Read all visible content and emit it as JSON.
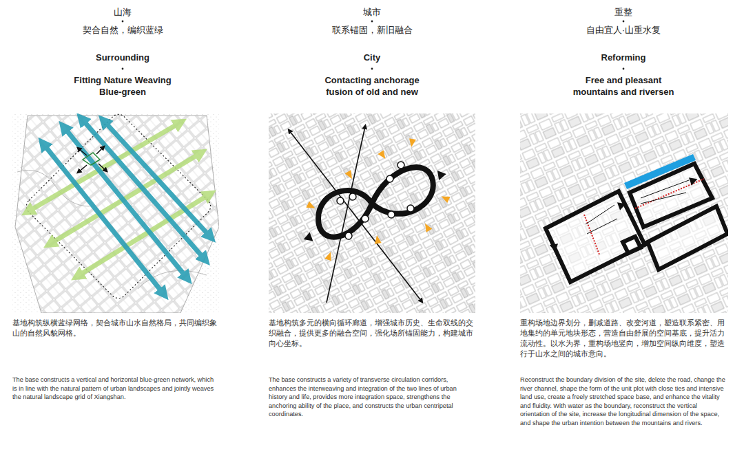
{
  "diagram": {
    "labels": [
      "山海",
      "契合自然，编织蓝绿",
      "Surrounding",
      "Fitting Nature Weaving Blue-green",
      "基地构筑纵横蓝绿网络，契合城市山水自然格局，共同编织象山的自然风貌网格。",
      "The base constructs a vertical and horizontal blue-green network, which is in line with the natural pattern of urban landscapes and jointly weaves the natural landscape grid of Xiangshan.",
      "城市",
      "联系锚固，新旧融合",
      "City",
      "Contacting anchorage fusion of old and new",
      "基地构筑多元的横向循环廊道，增强城市历史、生命双线的交织融合，提供更多的融合空间，强化场所锚固能力，构建城市向心坐标。",
      "The base constructs a variety of transverse circulation corridors, enhances the interweaving and integration of the two lines of urban history and life, provides more integration space, strengthens the anchoring ability of the place, and constructs the urban centripetal coordinates.",
      "重整",
      "自由宜人·山重水复",
      "Reforming",
      "Free and pleasant mountains and riversen",
      "重构场地边界划分，删减道路、改变河道，塑造联系紧密、用地集约的单元地块形态，营造自由舒展的空间基底，提升活力流动性。以水为界，重构场地竖向，增加空间纵向维度，塑造行于山水之间的城市意向。",
      "Reconstruct the boundary division of the site, delete the road, change the river channel, shape the form of the unit plot with close ties and intensive land use, create a freely stretched space base, and enhance the vitality and fluidity. With water as the boundary, reconstruct the vertical orientation of the site, increase the longitudinal dimension of the space, and shape the urban intention between the mountains and rivers."
    ]
  }
}
